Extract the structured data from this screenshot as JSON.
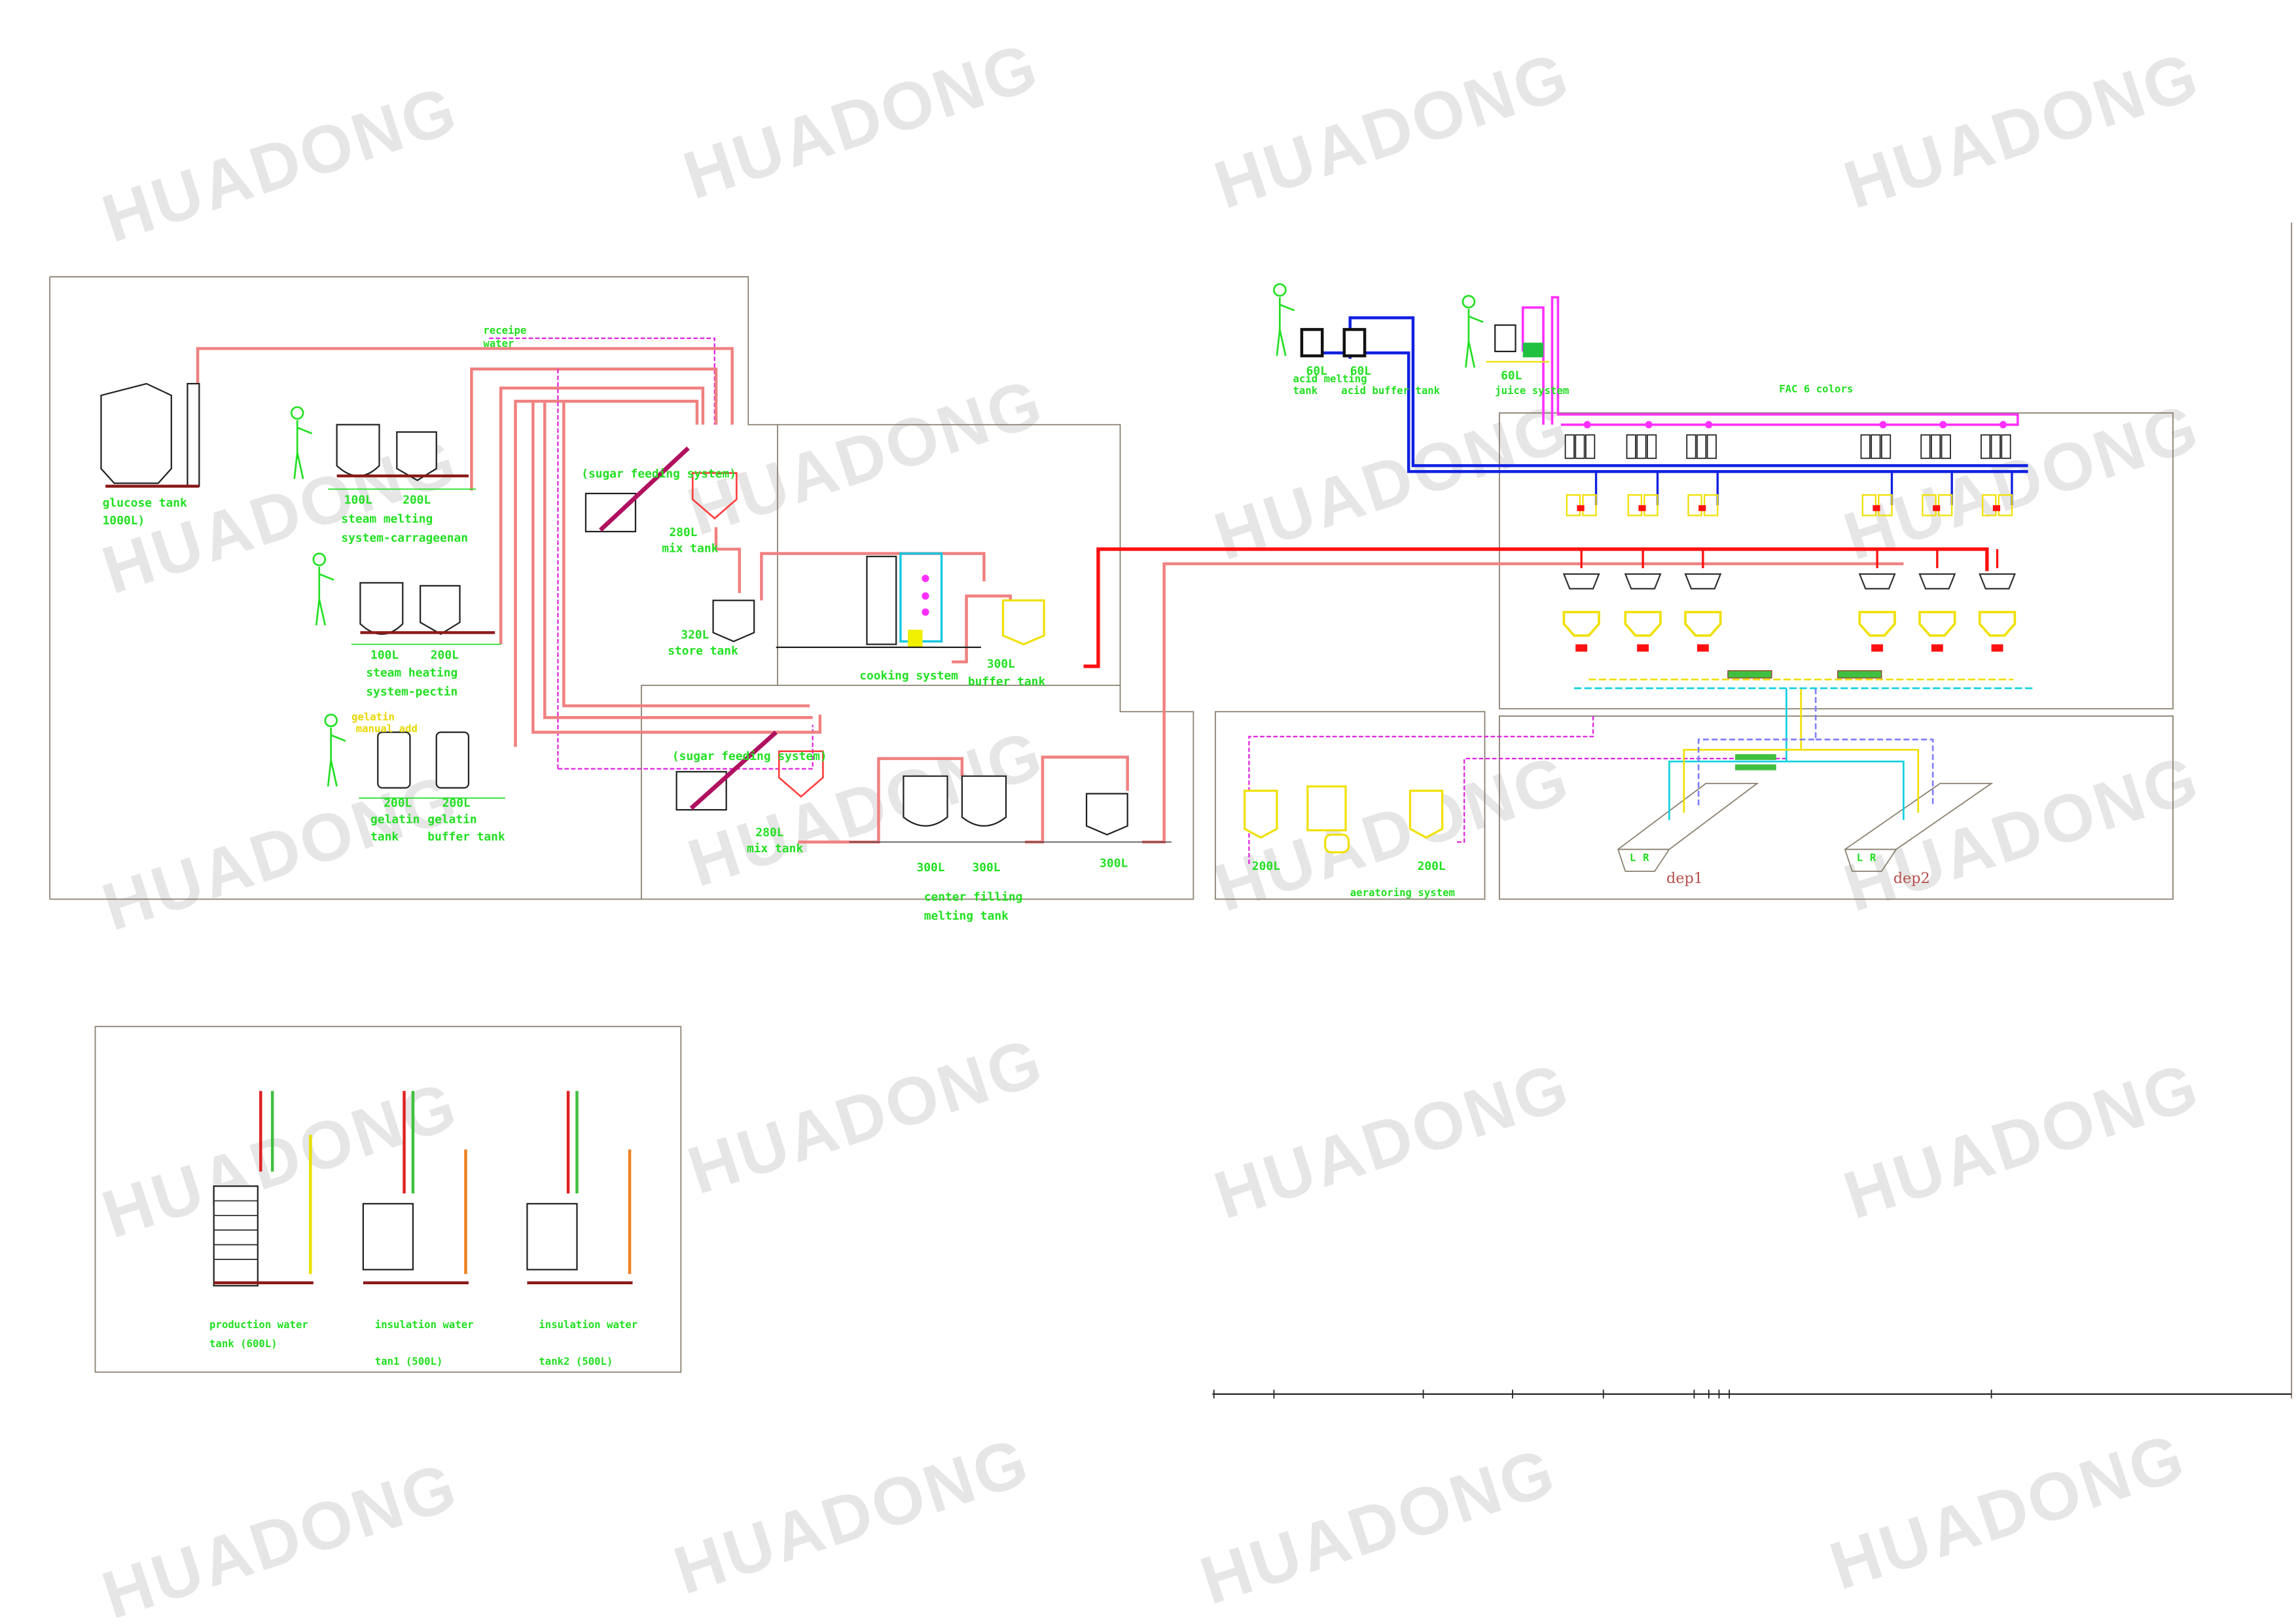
{
  "watermark": "HUADONG",
  "colors": {
    "label": "#22e022",
    "product_pipe": "#f08080",
    "main_pipe": "#ff1010",
    "acid_pipe": "#1020e0",
    "juice_pipe": "#ff30ff",
    "dep_label": "#b5504a"
  },
  "left_system": {
    "receipe": "receipe",
    "water": "water",
    "glucose_tank": {
      "name": "glucose tank",
      "volume": "1000L)"
    },
    "carrageenan": {
      "v1": "100L",
      "v2": "200L",
      "line1": "steam melting",
      "line2": "system-carrageenan"
    },
    "pectin": {
      "v1": "100L",
      "v2": "200L",
      "line1": "steam heating",
      "line2": "system-pectin"
    },
    "gelatin": {
      "manual1": "gelatin",
      "manual2": "manual add",
      "v1": "200L",
      "v2": "200L",
      "t1a": "gelatin",
      "t1b": "tank",
      "t2a": "gelatin",
      "t2b": "buffer tank"
    },
    "sugar_feeding": "(sugar feeding system)",
    "mix_tank": {
      "volume": "280L",
      "name": "mix tank"
    }
  },
  "cooking": {
    "store_tank": {
      "volume": "320L",
      "name": "store tank"
    },
    "system": "cooking system",
    "buffer_tank": {
      "volume": "300L",
      "name": "buffer tank"
    }
  },
  "center_filling": {
    "sugar_feeding": "(sugar feeding system)",
    "mix_tank": {
      "volume": "280L",
      "name": "mix tank"
    },
    "v1": "300L",
    "v2": "300L",
    "v3": "300L",
    "line1": "center filling",
    "line2": "melting tank"
  },
  "acid": {
    "v1": "60L",
    "v2": "60L",
    "melting1": "acid melting",
    "melting2": "tank",
    "buffer": "acid buffer tank"
  },
  "juice": {
    "volume": "60L",
    "name": "juice system"
  },
  "fac": "FAC 6 colors",
  "aeration": {
    "v1": "200L",
    "v2": "200L",
    "name": "aeratoring system"
  },
  "depositors": {
    "dep1": "dep1",
    "dep2": "dep2",
    "left": "L",
    "right": "R"
  },
  "water_tanks": [
    {
      "line1": "production water",
      "line2": "tank  (600L)"
    },
    {
      "line1": "insulation water",
      "line2": "tan1 (500L)"
    },
    {
      "line1": "insulation water",
      "line2": "tank2 (500L)"
    }
  ]
}
